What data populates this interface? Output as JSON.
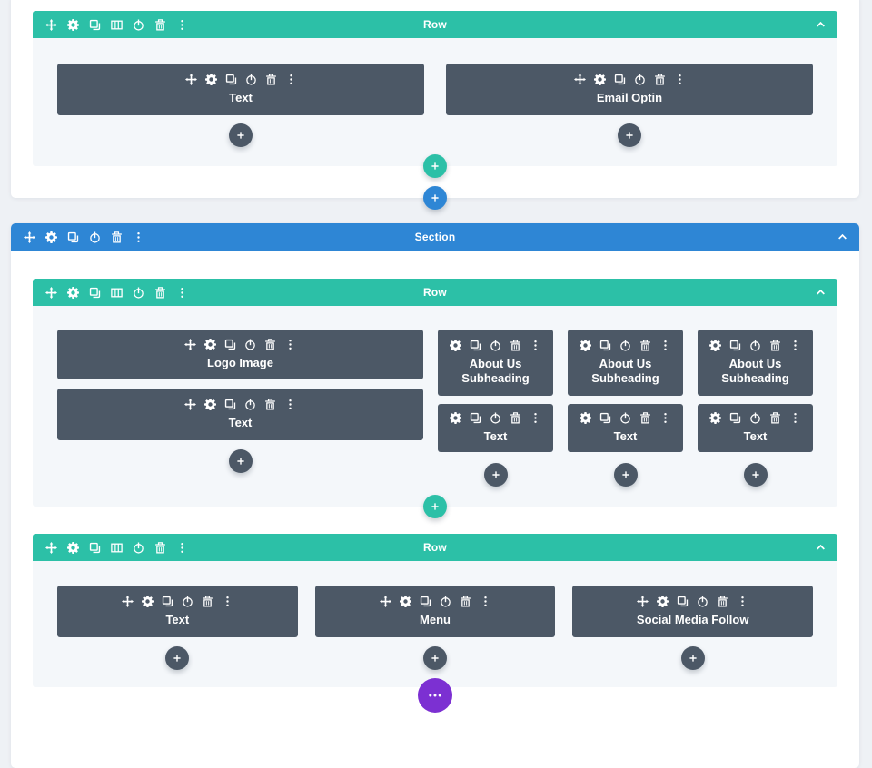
{
  "colors": {
    "teal_row": "#2cc0a7",
    "blue_section": "#2e86d5",
    "purple_button": "#7c30d2",
    "module_dark": "#4c5866",
    "row_content_bg": "#f4f7fa",
    "section_bg": "#ffffff",
    "page_bg": "#eef1f5"
  },
  "icons": {
    "move-icon": "i-move",
    "gear-icon": "i-gear",
    "duplicate-icon": "i-dup",
    "columns-icon": "i-cols",
    "power-icon": "i-power",
    "trash-icon": "i-trash",
    "dots-icon": "i-dots",
    "chevron-up-icon": "i-chev",
    "plus-icon": "i-plus",
    "ellipsis-icon": "i-ellipsis"
  },
  "section1": {
    "row": {
      "title": "Row",
      "module1": "Text",
      "module2": "Email Optin"
    }
  },
  "section2": {
    "title": "Section",
    "rowA": {
      "title": "Row",
      "col1_module1": "Logo Image",
      "col1_module2": "Text",
      "col2_module1": "About Us Subheading",
      "col2_module2": "Text",
      "col3_module1": "About Us Subheading",
      "col3_module2": "Text",
      "col4_module1": "About Us Subheading",
      "col4_module2": "Text"
    },
    "rowB": {
      "title": "Row",
      "col1_module": "Text",
      "col2_module": "Menu",
      "col3_module": "Social Media Follow"
    }
  }
}
